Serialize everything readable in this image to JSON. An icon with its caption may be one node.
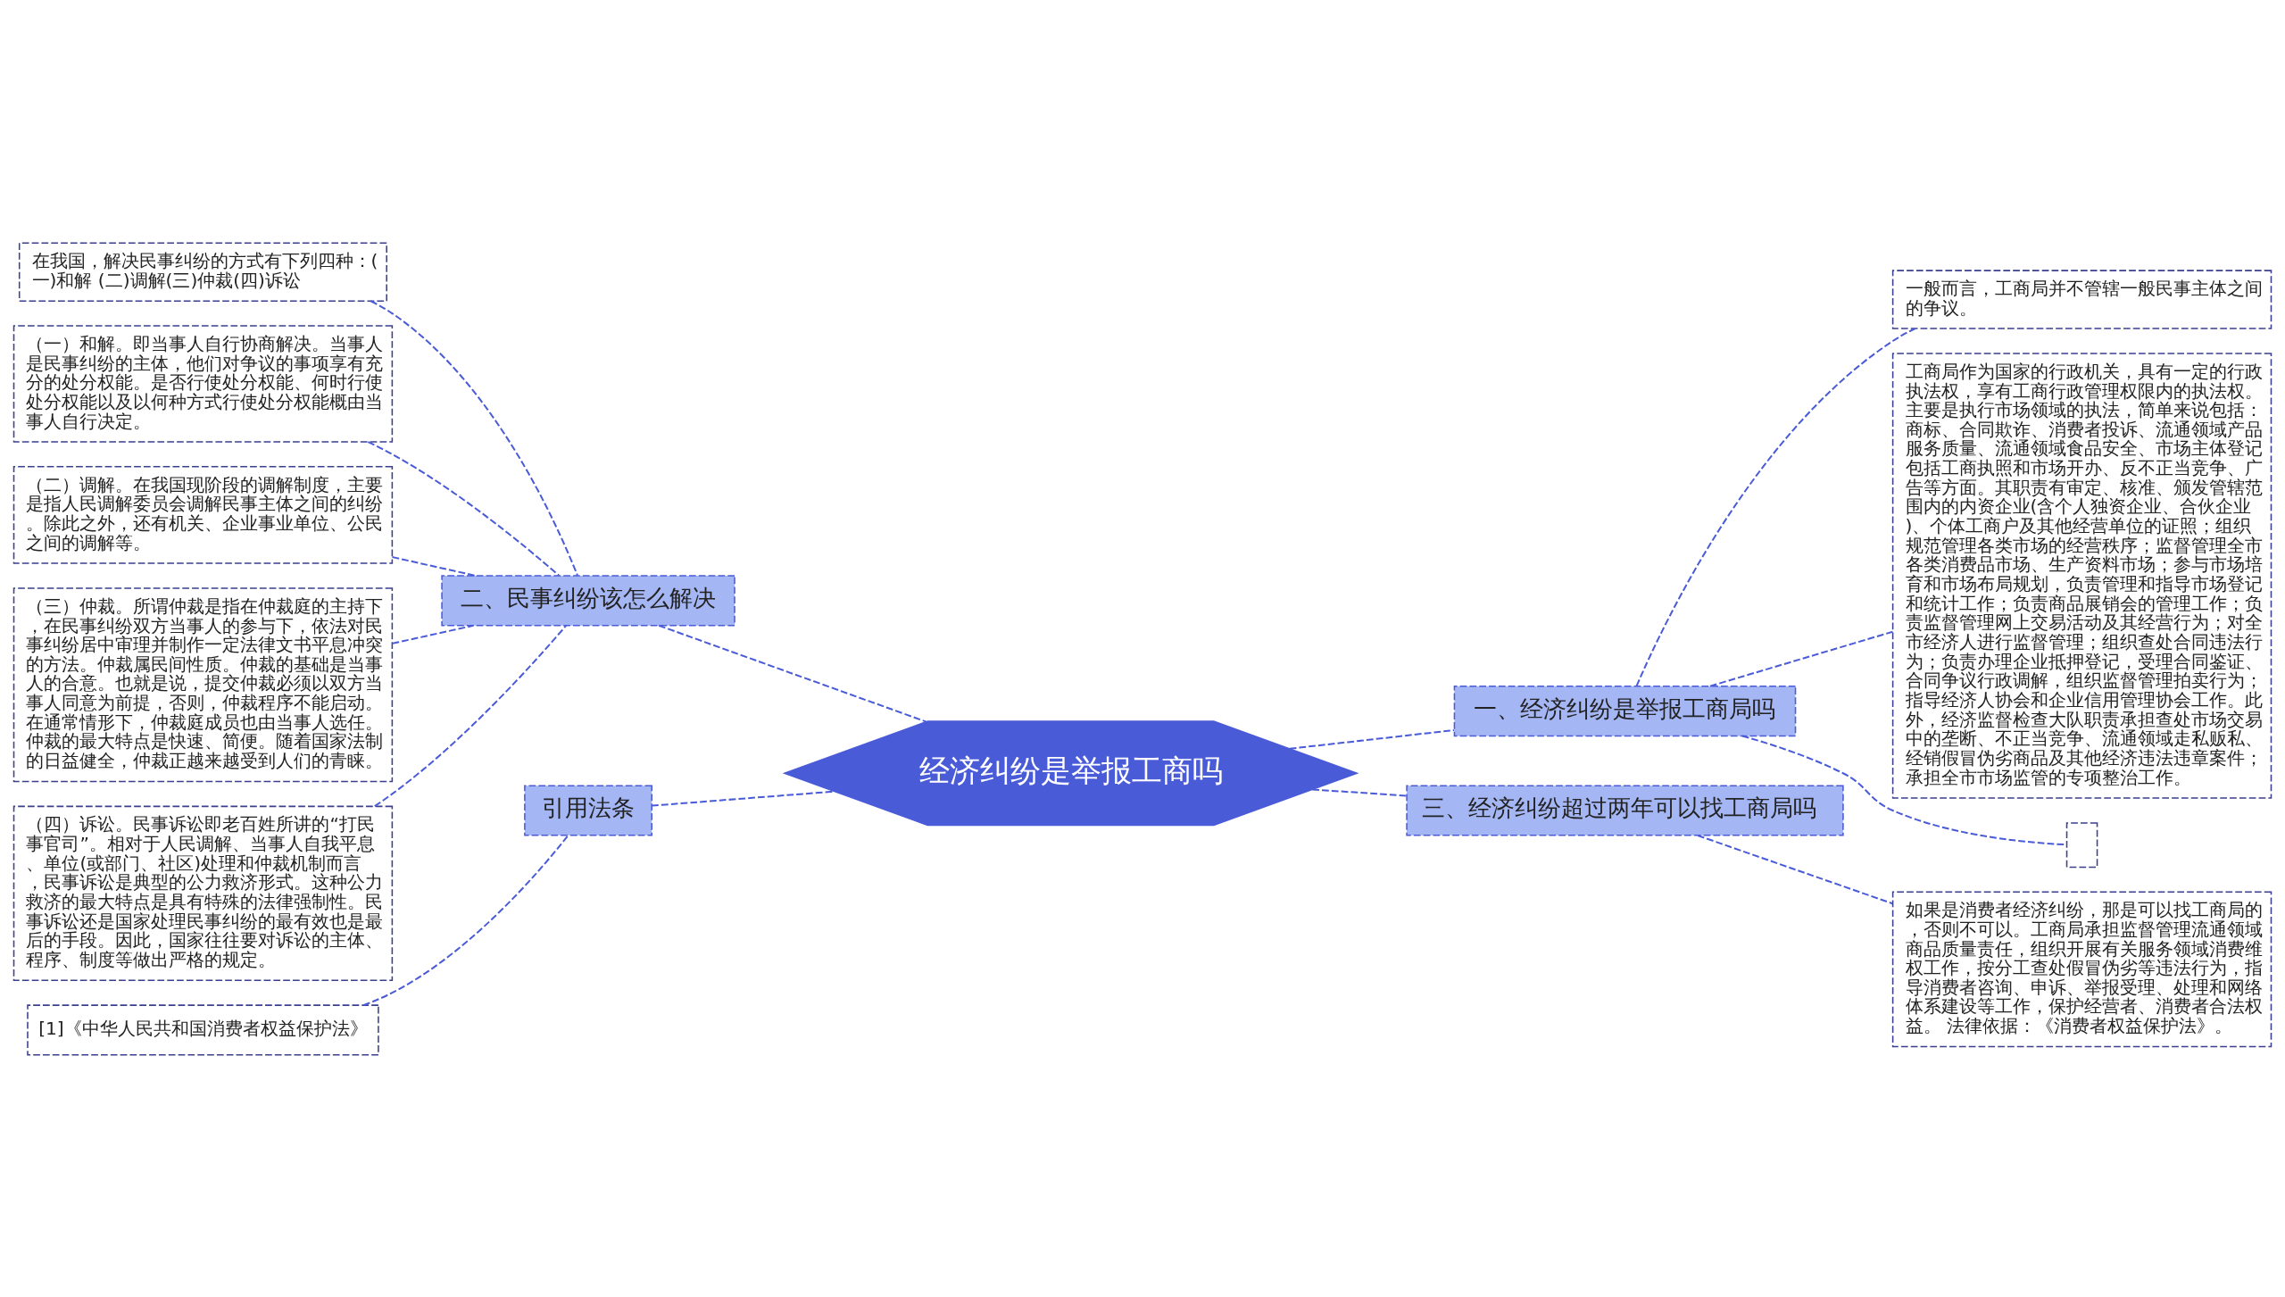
{
  "diagram": {
    "nodes": [
      {
        "text": [
          "经济纠纷是举报工商吗"
        ]
      },
      {
        "text": [
          "一、经济纠纷是举报工商局吗"
        ]
      },
      {
        "text": [
          "一般而言，工商局并不管辖一般民事主体之间的争议。"
        ]
      },
      {
        "text": [
          "工商局作为国家的行政机关，具有一定的行政执法权，享有工商行政管理权限内的执法权。主要是执行市场领域的执法，简单来说包括：商标、合同欺诈、消费者投诉、流通领域产品服务质量、流通领域食品安全、市场主体登记包括工商执照和市场开办、反不正当竞争、广告等方面。其职责有审定、核准、颁发管辖范围内的内资企业(含个人独资企业、合伙企业)、个体工商户及其他经营单位的证照；组织规范管理各类市场的经营秩序；监督管理全市各类消费品市场、生产资料市场；参与市场培育和市场布局规划，负责管理和指导市场登记和统计工作；负责商品展销会的管理工作；负责监督管理网上交易活动及其经营行为；对全市经济人进行监督管理；组织查处合同违法行为；负责办理企业抵押登记，受理合同鉴证、合同争议行政调解，组织监督管理拍卖行为；指导经济人协会和企业信用管理协会工作。此外，经济监督检查大队职责承担查处市场交易中的垄断、不正当竞争、流通领域走私贩私、经销假冒伪劣商品及其他经济违法违章案件；承担全市市场监管的专项整治工作。"
        ]
      },
      {
        "text": [],
        "shape": "box"
      },
      {
        "text": [
          "三、经济纠纷超过两年可以找工商局吗"
        ]
      },
      {
        "text": [
          "如果是消费者经济纠纷，那是可以找工商局的，否则不可以。工商局承担监督管理流通领域商品质量责任，组织开展有关服务领域消费维权工作，按分工查处假冒伪劣等违法行为，指导消费者咨询、申诉、举报受理、处理和网络体系建设等工作，保护经营者、消费者合法权益。 法律依据：《消费者权益保护法》。"
        ]
      },
      {
        "text": [
          "二、民事纠纷该怎么解决"
        ]
      },
      {
        "text": [
          "在我国，解决民事纠纷的方式有下列四种：(一)和解 (二)调解(三)仲裁(四)诉讼"
        ]
      },
      {
        "text": [
          "（一）和解。即当事人自行协商解决。当事人是民事纠纷的主体，他们对争议的事项享有充分的处分权能。是否行使处分权能、何时行使处分权能以及以何种方式行使处分权能概由当事人自行决定。"
        ]
      },
      {
        "text": [
          "（二）调解。在我国现阶段的调解制度，主要是指人民调解委员会调解民事主体之间的纠纷。除此之外，还有机关、企业事业单位、公民之间的调解等。"
        ]
      },
      {
        "text": [
          "（三）仲裁。所谓仲裁是指在仲裁庭的主持下，在民事纠纷双方当事人的参与下，依法对民事纠纷居中审理并制作一定法律文书平息冲突的方法。仲裁属民间性质。仲裁的基础是当事人的合意。也就是说，提交仲裁必须以双方当事人同意为前提，否则，仲裁程序不能启动。在通常情形下，仲裁庭成员也由当事人选任。仲裁的最大特点是快速、简便。随着国家法制的日益健全，仲裁正越来越受到人们的青睐。"
        ]
      },
      {
        "text": [
          "（四）诉讼。民事诉讼即老百姓所讲的“打民事官司”。相对于人民调解、当事人自我平息、单位(或部门、社区)处理和仲裁机制而言，民事诉讼是典型的公力救济形式。这种公力救济的最大特点是具有特殊的法律强制性。民事诉讼还是国家处理民事纠纷的最有效也是最后的手段。因此，国家往往要对诉讼的主体、程序、制度等做出严格的规定。"
        ]
      },
      {
        "text": [
          "引用法条"
        ]
      },
      {
        "text": [
          "[1]《中华人民共和国消费者权益保护法》"
        ]
      }
    ],
    "edges": [
      {
        "from": 0,
        "to": 1,
        "arrow": "none",
        "style": "dashed"
      },
      {
        "from": 1,
        "to": 2,
        "arrow": "none",
        "style": "dashed"
      },
      {
        "from": 1,
        "to": 3,
        "arrow": "none",
        "style": "dashed"
      },
      {
        "from": 1,
        "to": 4,
        "arrow": "none",
        "style": "dashed"
      },
      {
        "from": 0,
        "to": 5,
        "arrow": "none",
        "style": "dashed"
      },
      {
        "from": 5,
        "to": 6,
        "arrow": "none",
        "style": "dashed"
      },
      {
        "from": 7,
        "to": 0,
        "arrow": "none",
        "style": "dashed"
      },
      {
        "from": 8,
        "to": 7,
        "arrow": "none",
        "style": "dashed"
      },
      {
        "from": 9,
        "to": 7,
        "arrow": "none",
        "style": "dashed"
      },
      {
        "from": 10,
        "to": 7,
        "arrow": "none",
        "style": "dashed"
      },
      {
        "from": 11,
        "to": 7,
        "arrow": "none",
        "style": "dashed"
      },
      {
        "from": 12,
        "to": 7,
        "arrow": "none",
        "style": "dashed"
      },
      {
        "from": 13,
        "to": 0,
        "arrow": "none",
        "style": "dashed"
      },
      {
        "from": 14,
        "to": 13,
        "arrow": "none",
        "style": "dashed"
      }
    ]
  }
}
